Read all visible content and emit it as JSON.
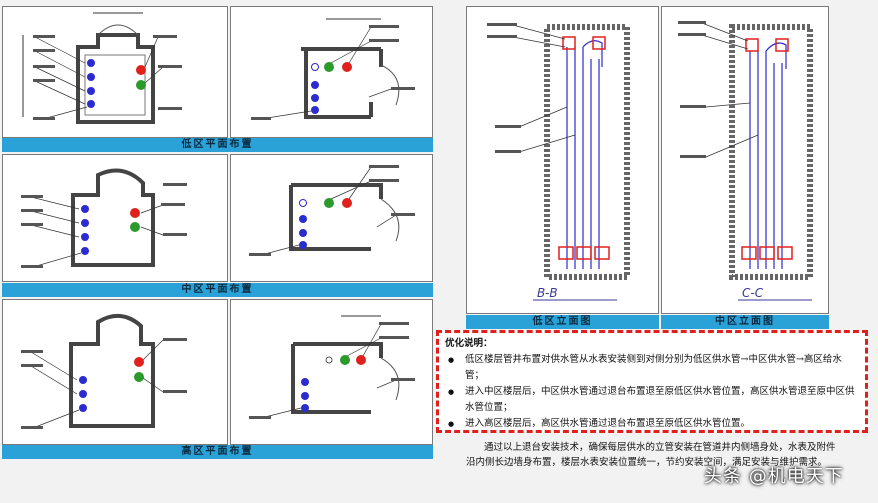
{
  "captions": {
    "low_plan": "低区平面布置",
    "mid_plan": "中区平面布置",
    "high_plan": "高区平面布置",
    "low_elev": "低区立面图",
    "mid_elev": "中区立面图"
  },
  "elevations": {
    "bb_label": "B-B",
    "cc_label": "C-C"
  },
  "notes": {
    "heading": "优化说明：",
    "bullets": [
      "低区楼层管井布置对供水管从水表安装侧到对侧分别为低区供水管→中区供水管→高区给水管；",
      "进入中区楼层后，中区供水管通过退台布置退至原低区供水管位置，高区供水管退至原中区供水管位置；",
      "进入高区楼层后，高区供水管通过退台布置退至原低区供水管位置。"
    ]
  },
  "summary": "通过以上退台安装技术，确保每层供水的立管安装在管道井内侧墙身处，水表及附件沿内侧长边墙身布置，楼层水表安装位置统一，节约安装空间，满足安装与维护需求。",
  "watermark": "头条 @机电天下",
  "colors": {
    "caption": "#2aa2d8",
    "pipe_blue": "#2b2bd0",
    "pipe_red": "#e0201c",
    "pipe_green": "#2a9a2a",
    "dash": "#e0201c"
  }
}
